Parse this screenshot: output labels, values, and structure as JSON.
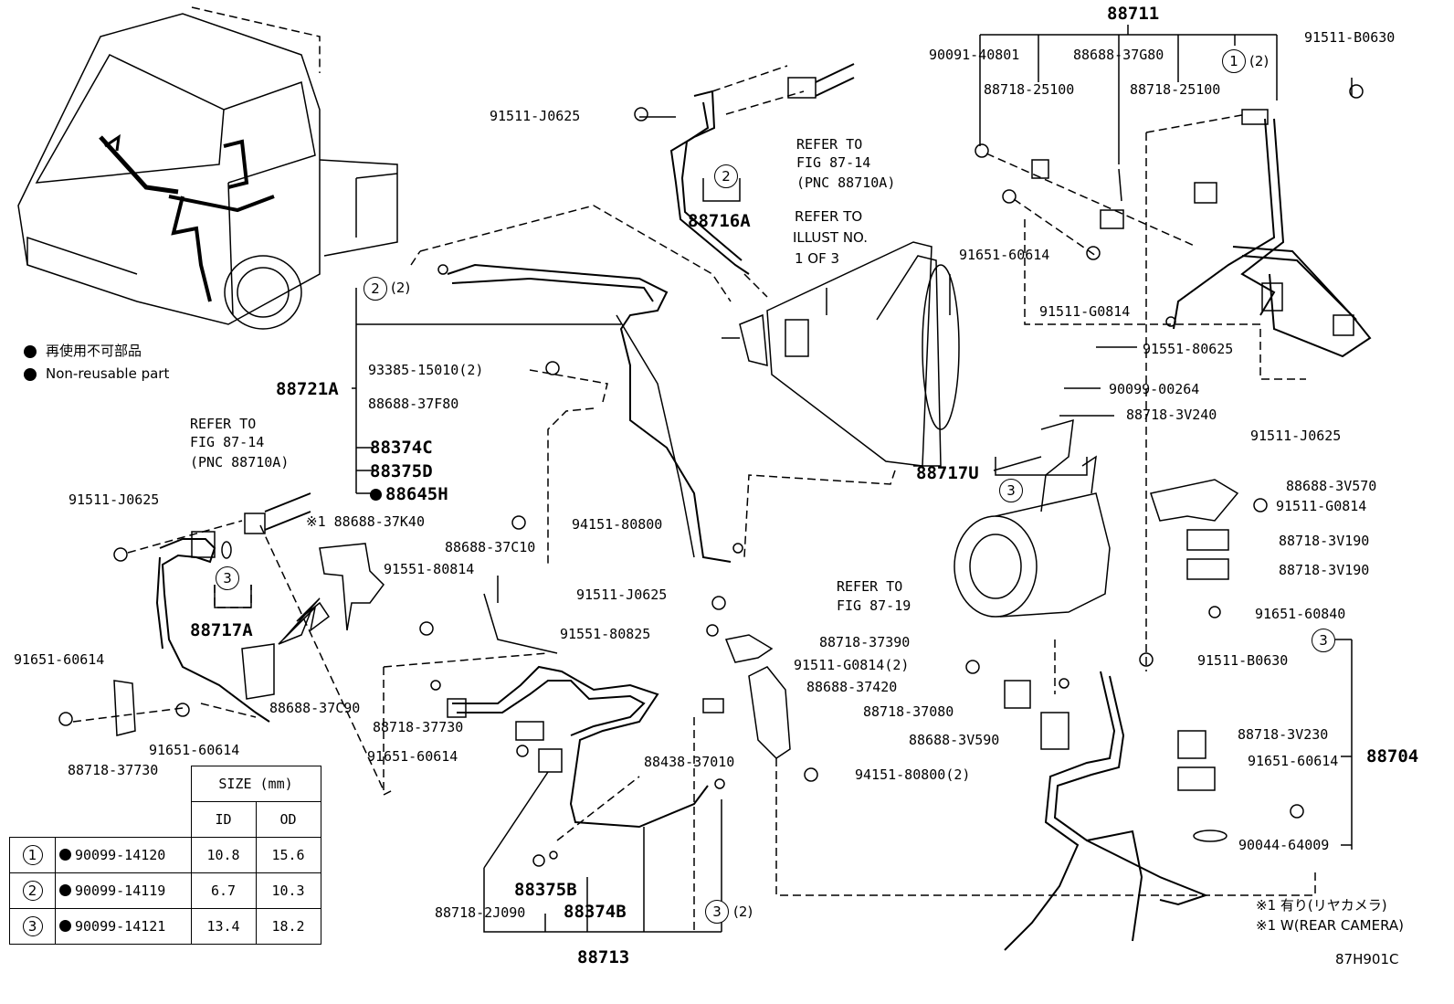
{
  "diagram_id": "87H901C",
  "legend": {
    "jp": "再使用不可部品",
    "en": "Non-reusable part",
    "rear_camera_jp": "※1 有り(リヤカメラ)",
    "rear_camera_en": "※1 W(REAR CAMERA)"
  },
  "refer": {
    "fig_87_14_top": [
      "REFER TO",
      "FIG 87-14",
      "(PNC 88710A)"
    ],
    "illust": [
      "REFER TO",
      "ILLUST NO.",
      "1 OF 3"
    ],
    "fig_87_14_left": [
      "REFER TO",
      "FIG 87-14",
      "(PNC 88710A)"
    ],
    "fig_87_19": [
      "REFER TO",
      "FIG 87-19"
    ]
  },
  "parts": {
    "p88711": "88711",
    "p90091_40801": "90091-40801",
    "p88688_37G80": "88688-37G80",
    "p88718_25100_a": "88718-25100",
    "p88718_25100_b": "88718-25100",
    "p91511_B0630_top": "91511-B0630",
    "p91511_J0625_top": "91511-J0625",
    "p88716A": "88716A",
    "p91651_60614_mid": "91651-60614",
    "p91511_G0814_mid": "91511-G0814",
    "p91551_80625": "91551-80625",
    "p90099_00264": "90099-00264",
    "p91511_J0625_right": "91511-J0625",
    "p88718_3V240": "88718-3V240",
    "p88717U": "88717U",
    "p88688_3V570": "88688-3V570",
    "p91511_G0814_right": "91511-G0814",
    "p88718_3V190_a": "88718-3V190",
    "p88718_3V190_b": "88718-3V190",
    "p91651_60840": "91651-60840",
    "p88721A": "88721A",
    "p93385_15010": "93385-15010(2)",
    "p88688_37F80": "88688-37F80",
    "p88374C": "88374C",
    "p88375D": "88375D",
    "p88645H": "88645H",
    "p94151_80800": "94151-80800",
    "p88688_37C10": "88688-37C10",
    "p91551_80814": "91551-80814",
    "p91511_J0625_center": "91511-J0625",
    "p91551_80825": "91551-80825",
    "p88718_37390": "88718-37390",
    "p91511_G0814_2": "91511-G0814(2)",
    "p88688_37420": "88688-37420",
    "p88718_37080": "88718-37080",
    "p88688_3V590": "88688-3V590",
    "p88438_37010": "88438-37010",
    "p94151_80800_2": "94151-80800(2)",
    "p91511_J0625_left": "91511-J0625",
    "p88688_37K40": "※1 88688-37K40",
    "p88717A": "88717A",
    "p91651_60614_l1": "91651-60614",
    "p91651_60614_l2": "91651-60614",
    "p88688_37C90": "88688-37C90",
    "p88718_37730_l": "88718-37730",
    "p88718_37730_c": "88718-37730",
    "p91651_60614_c": "91651-60614",
    "p88718_2J090": "88718-2J090",
    "p88375B": "88375B",
    "p88374B": "88374B",
    "p88713": "88713",
    "p91511_B0630_low": "91511-B0630",
    "p88718_3V230": "88718-3V230",
    "p91651_60614_r": "91651-60614",
    "p88704": "88704",
    "p90044_64009": "90044-64009"
  },
  "callouts": {
    "c1_2": "1",
    "c1_2_qty": "(2)",
    "c2_top": "2",
    "c2_left": "2",
    "c2_left_qty": "(2)",
    "c3_88717U": "3",
    "c3_88717A": "3",
    "c3_88704": "3",
    "c3_88713": "3",
    "c3_88713_qty": "(2)"
  },
  "size_table": {
    "header": "SIZE (mm)",
    "col_id": "ID",
    "col_od": "OD",
    "rows": [
      {
        "no": "1",
        "part": "90099-14120",
        "id": "10.8",
        "od": "15.6"
      },
      {
        "no": "2",
        "part": "90099-14119",
        "id": "6.7",
        "od": "10.3"
      },
      {
        "no": "3",
        "part": "90099-14121",
        "id": "13.4",
        "od": "18.2"
      }
    ]
  }
}
